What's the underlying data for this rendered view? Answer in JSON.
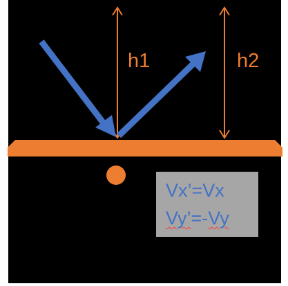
{
  "labels": {
    "h1": "h1",
    "h2": "h2"
  },
  "equations": {
    "line1": "Vx’=Vx",
    "line2_lhs": "Vy’",
    "line2_mid": "=-",
    "line2_rhs": "Vy"
  },
  "colors": {
    "background": "#000000",
    "page": "#ffffff",
    "orange": "#ed7d31",
    "blue": "#4472c4",
    "box": "#a6a6a6",
    "spellcheck": "#ff3b3b"
  }
}
